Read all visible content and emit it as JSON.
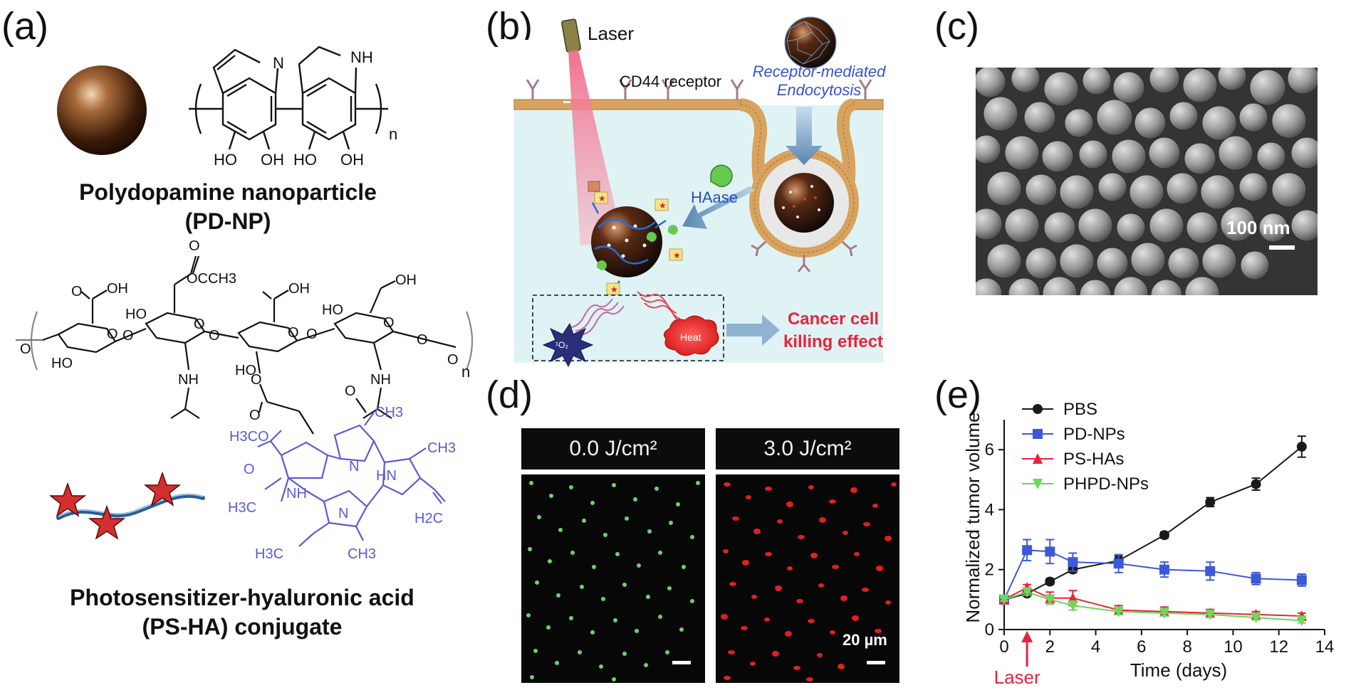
{
  "panels": {
    "a": "(a)",
    "b": "(b)",
    "c": "(c)",
    "d": "(d)",
    "e": "(e)"
  },
  "a": {
    "pdnp_caption_line1": "Polydopamine nanoparticle",
    "pdnp_caption_line2": "(PD-NP)",
    "psha_caption_line1": "Photosensitizer-hyaluronic acid",
    "psha_caption_line2": "(PS-HA) conjugate",
    "labels": {
      "n_top": "N",
      "nh_top": "NH",
      "sub_n_top": "n",
      "ho1": "HO",
      "oh1": "OH",
      "ho2": "HO",
      "oh2": "OH",
      "cooh1": "OH",
      "ococh3": "OCCH3",
      "o_acetyl": "O",
      "cooh2": "OH",
      "ch2oh": "OH",
      "o_ring1": "O",
      "o_link1": "O",
      "o_ring2": "O",
      "o_link2": "O",
      "o_ring3": "O",
      "o_link3": "O",
      "o_ring4": "O",
      "o_link4": "O",
      "o_ring5": "O",
      "o_left": "O",
      "o_right": "O",
      "ho_r1": "HO",
      "ho_r2": "HO",
      "ho_r3": "HO",
      "ho_r4": "HO",
      "nh_1": "NH",
      "nh_2": "NH",
      "o_amide": "O",
      "sub_n_bottom": "n",
      "o_ester": "O",
      "o_bridge": "O",
      "h3co": "H3CO",
      "o_keto": "O",
      "ch3_a": "CH3",
      "n_ring_a": "N",
      "nh_ring_b": "NH",
      "hn_ring_c": "HN",
      "ch3_b": "CH3",
      "n_ring_d": "N",
      "h3c_a": "H3C",
      "h2c": "H2C",
      "h3c_b": "H3C",
      "ch3_c": "CH3"
    }
  },
  "b": {
    "laser": "Laser",
    "cd44": "CD44 receptor",
    "rme_line1": "Receptor-mediated",
    "rme_line2": "Endocytosis",
    "haase": "HAase",
    "singlet_o2": "¹O₂",
    "heat": "Heat",
    "killing_line1": "Cancer cell",
    "killing_line2": "killing effect"
  },
  "c": {
    "scale": "100 nm"
  },
  "d": {
    "left_title": "0.0 J/cm²",
    "right_title": "3.0 J/cm²",
    "scale": "20 µm"
  },
  "colors": {
    "blue_chem": "#5b5bd6",
    "membrane": "#d8a35e",
    "cell_bg": "#dff3f4",
    "laser_pink": "#f08aa0",
    "kill_red": "#e8243c"
  },
  "chart_data": {
    "type": "line",
    "x": [
      0,
      1,
      2,
      3,
      5,
      7,
      9,
      11,
      13
    ],
    "series": [
      {
        "name": "PBS",
        "color": "#1a1a1a",
        "marker": "circle",
        "values": [
          1.0,
          1.2,
          1.6,
          2.0,
          2.3,
          3.15,
          4.25,
          4.85,
          6.1
        ],
        "errors": [
          0.05,
          0.08,
          0.1,
          0.1,
          0.15,
          0.1,
          0.15,
          0.2,
          0.35
        ]
      },
      {
        "name": "PD-NPs",
        "color": "#3c59d8",
        "marker": "square",
        "values": [
          1.0,
          2.65,
          2.6,
          2.25,
          2.2,
          2.0,
          1.95,
          1.7,
          1.65
        ],
        "errors": [
          0.05,
          0.35,
          0.4,
          0.3,
          0.3,
          0.25,
          0.3,
          0.2,
          0.2
        ]
      },
      {
        "name": "PS-HAs",
        "color": "#e8233c",
        "marker": "triangle-up",
        "values": [
          1.0,
          1.4,
          1.05,
          1.05,
          0.65,
          0.6,
          0.55,
          0.5,
          0.45
        ],
        "errors": [
          0.05,
          0.1,
          0.2,
          0.25,
          0.15,
          0.15,
          0.12,
          0.1,
          0.1
        ]
      },
      {
        "name": "PHPD-NPs",
        "color": "#6ad85a",
        "marker": "triangle-down",
        "values": [
          1.0,
          1.25,
          1.0,
          0.8,
          0.6,
          0.55,
          0.5,
          0.4,
          0.3
        ],
        "errors": [
          0.05,
          0.1,
          0.15,
          0.15,
          0.1,
          0.1,
          0.1,
          0.08,
          0.08
        ]
      }
    ],
    "xlabel": "Time (days)",
    "ylabel": "Normalized tumor volume",
    "xlim": [
      0,
      14
    ],
    "ylim": [
      0,
      7
    ],
    "xticks": [
      0,
      2,
      4,
      6,
      8,
      10,
      12,
      14
    ],
    "yticks": [
      0,
      2,
      4,
      6
    ],
    "legend_position": "top-left",
    "annotation": "Laser",
    "annotation_x": 1,
    "annotation_color": "#e8233c",
    "grid": false
  }
}
